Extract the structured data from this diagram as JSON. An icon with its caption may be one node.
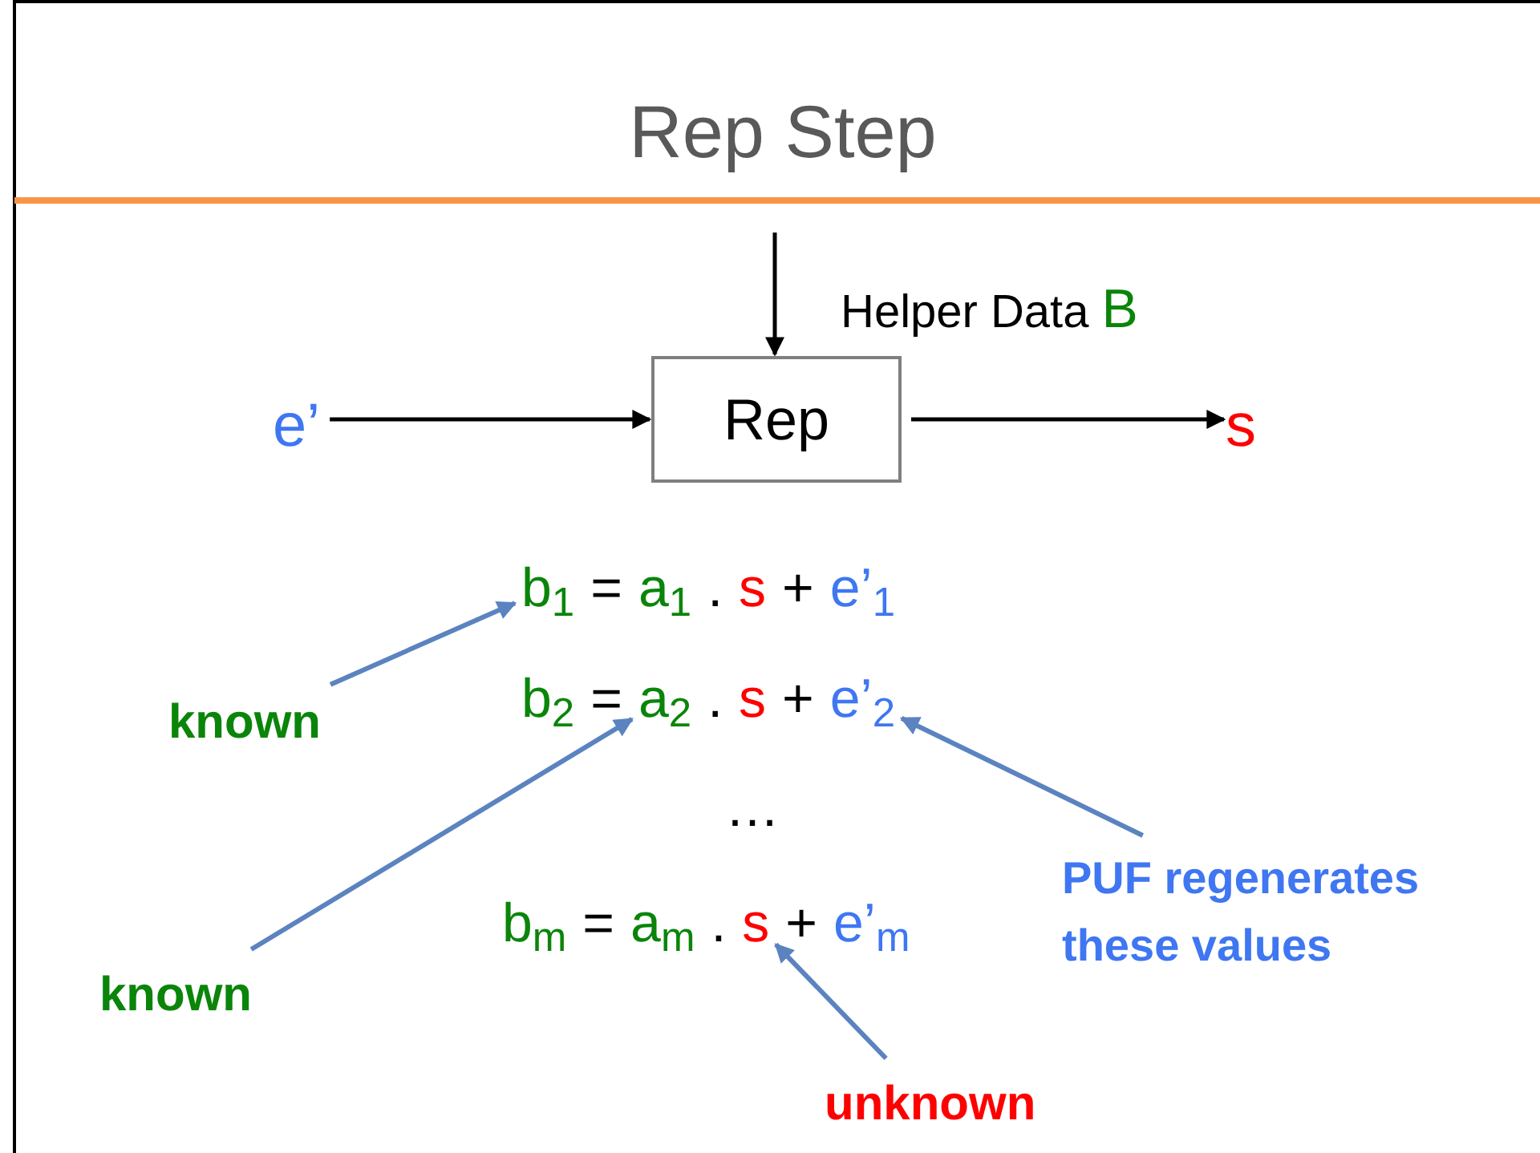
{
  "diagram": {
    "title": "Rep Step",
    "nodes": [
      {
        "text": [
          "e’"
        ]
      },
      {
        "text": [
          "Rep"
        ]
      },
      {
        "text": [
          "s"
        ]
      },
      {
        "text": [
          "b$_{1}$"
        ]
      },
      {
        "text": [
          "a$_{2}$"
        ]
      },
      {
        "text": [
          "e’$_{2}$"
        ]
      },
      {
        "text": [
          "s"
        ]
      },
      {
        "text": [
          "known"
        ]
      },
      {
        "text": [
          "known"
        ]
      },
      {
        "text": [
          "PUF regenerates these values"
        ]
      },
      {
        "text": [
          "unknown"
        ]
      }
    ],
    "edges": [
      {
        "from": 0,
        "to": 1,
        "arrow": "to",
        "color": "#000000"
      },
      {
        "from": 1,
        "to": 2,
        "arrow": "to",
        "color": "#000000"
      },
      {
        "from": null,
        "to": 1,
        "arrow": "to",
        "color": "#000000"
      },
      {
        "from": 7,
        "to": 3,
        "arrow": "to"
      },
      {
        "from": 8,
        "to": 4,
        "arrow": "to"
      },
      {
        "from": 9,
        "to": 5,
        "arrow": "to"
      },
      {
        "from": 10,
        "to": 6,
        "arrow": "to"
      }
    ],
    "labels": [
      "Helper Data",
      "B",
      "=",
      "a$_{1}$",
      ".",
      "s",
      "+",
      "e’$_{1}$",
      "b$_{2}$",
      "=",
      ".",
      "s",
      "+",
      "…",
      "b$_{m}$",
      "=",
      "a$_{m}$",
      ".",
      "+",
      "e’$_{m}$"
    ]
  }
}
